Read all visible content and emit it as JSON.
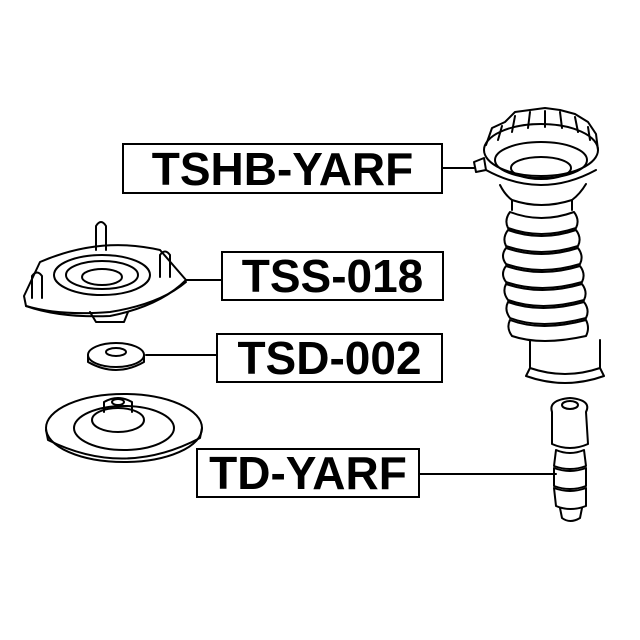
{
  "diagram": {
    "type": "parts-exploded-view",
    "background": "#ffffff",
    "line_color": "#000000",
    "parts": [
      {
        "id": "boot",
        "label": "TSHB-YARF",
        "description": "shock absorber dust boot with spring seat"
      },
      {
        "id": "strut_mount",
        "label": "TSS-018",
        "description": "strut mount with three studs"
      },
      {
        "id": "dust_washer",
        "label": "TSD-002",
        "description": "small ring / washer"
      },
      {
        "id": "bump_stop",
        "label": "TD-YARF",
        "description": "bump stop bumper"
      }
    ]
  }
}
